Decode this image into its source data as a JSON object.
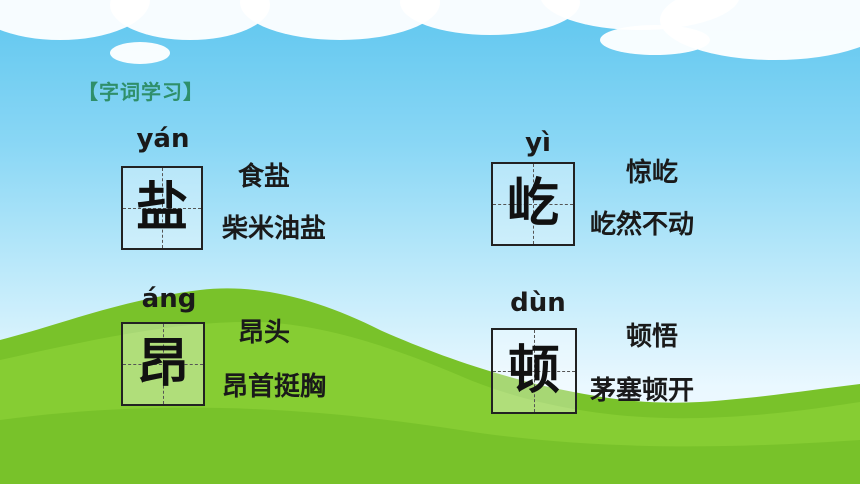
{
  "title": "【字词学习】",
  "items": [
    {
      "pinyin": "yán",
      "char": "盐",
      "word1": "食盐",
      "word2": "柴米油盐"
    },
    {
      "pinyin": "yì",
      "char": "屹",
      "word1": "惊屹",
      "word2": "屹然不动"
    },
    {
      "pinyin": "áng",
      "char": "昂",
      "word1": "昂头",
      "word2": "昂首挺胸"
    },
    {
      "pinyin": "dùn",
      "char": "顿",
      "word1": "顿悟",
      "word2": "茅塞顿开"
    }
  ],
  "colors": {
    "title": "#2f8f6a",
    "sky_top": "#5ec6ef",
    "grass": "#7cc52b"
  }
}
